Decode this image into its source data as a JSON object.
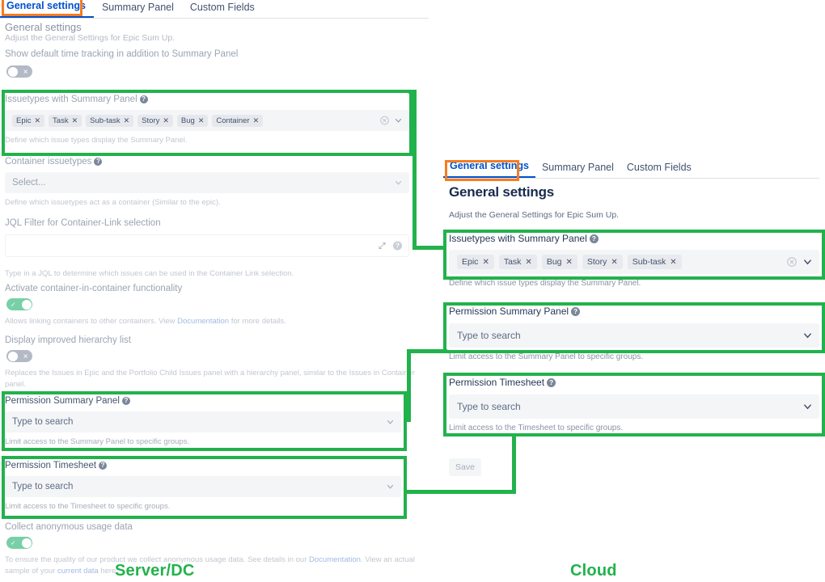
{
  "colors": {
    "annotation_green": "#22b24c",
    "annotation_orange": "#f57c20",
    "link_blue": "#0052cc",
    "toggle_on_green": "#79cfa8",
    "toggle_off_gray": "#b3bac5"
  },
  "captions": {
    "left": "Server/DC",
    "right": "Cloud"
  },
  "server": {
    "tabs": [
      {
        "label": "General settings",
        "active": true
      },
      {
        "label": "Summary Panel",
        "active": false
      },
      {
        "label": "Custom Fields",
        "active": false
      }
    ],
    "heading": "General settings",
    "subheading": "Adjust the General Settings for Epic Sum Up.",
    "time_tracking": {
      "label": "Show default time tracking in addition to Summary Panel",
      "toggle_state": "off",
      "toggle_glyph": "✕"
    },
    "issuetypes": {
      "label": "Issuetypes with Summary Panel",
      "help_glyph": "?",
      "chips": [
        "Epic",
        "Task",
        "Sub-task",
        "Story",
        "Bug",
        "Container"
      ],
      "chip_remove_glyph": "✕",
      "hint": "Define which issue types display the Summary Panel."
    },
    "container_issuetypes": {
      "label": "Container issuetypes",
      "help_glyph": "?",
      "placeholder": "Select...",
      "hint": "Define which issuetypes act as a container (Similar to the epic)."
    },
    "jql_filter": {
      "label": "JQL Filter for Container-Link selection",
      "value": "",
      "hint": "Type in a JQL to determine which issues can be used in the Container Link selection."
    },
    "container_in_container": {
      "label": "Activate container-in-container functionality",
      "toggle_state": "on",
      "toggle_glyph": "✓",
      "hint_pre": "Allows linking containers to other containers. View ",
      "hint_link": "Documentation",
      "hint_post": " for more details."
    },
    "hierarchy_list": {
      "label": "Display improved hierarchy list",
      "toggle_state": "off",
      "toggle_glyph": "✕",
      "hint": "Replaces the Issues in Epic and the Portfolio Child Issues panel with a hierarchy panel, similar to the Issues in Container panel."
    },
    "permission_summary_panel": {
      "label": "Permission Summary Panel",
      "help_glyph": "?",
      "placeholder": "Type to search",
      "hint": "Limit access to the Summary Panel to specific groups."
    },
    "permission_timesheet": {
      "label": "Permission Timesheet",
      "help_glyph": "?",
      "placeholder": "Type to search",
      "hint": "Limit access to the Timesheet to specific groups."
    },
    "usage_data": {
      "label": "Collect anonymous usage data",
      "toggle_state": "on",
      "toggle_glyph": "✓",
      "hint_1": "To ensure the quality of our product we collect anonymous usage data. See details in our ",
      "hint_link_1": "Documentation",
      "hint_2": ". View an actual sample of your ",
      "hint_link_2": "current data",
      "hint_3": " here."
    }
  },
  "cloud": {
    "tabs": [
      {
        "label": "General settings",
        "active": true
      },
      {
        "label": "Summary Panel",
        "active": false
      },
      {
        "label": "Custom Fields",
        "active": false
      }
    ],
    "heading": "General settings",
    "subheading": "Adjust the General Settings for Epic Sum Up.",
    "issuetypes": {
      "label": "Issuetypes with Summary Panel",
      "help_glyph": "?",
      "chips": [
        "Epic",
        "Task",
        "Bug",
        "Story",
        "Sub-task"
      ],
      "chip_remove_glyph": "✕",
      "hint": "Define which issue types display the Summary Panel."
    },
    "permission_summary_panel": {
      "label": "Permission Summary Panel",
      "help_glyph": "?",
      "placeholder": "Type to search",
      "hint": "Limit access to the Summary Panel to specific groups."
    },
    "permission_timesheet": {
      "label": "Permission Timesheet",
      "help_glyph": "?",
      "placeholder": "Type to search",
      "hint": "Limit access to the Timesheet to specific groups."
    },
    "save_label": "Save"
  }
}
